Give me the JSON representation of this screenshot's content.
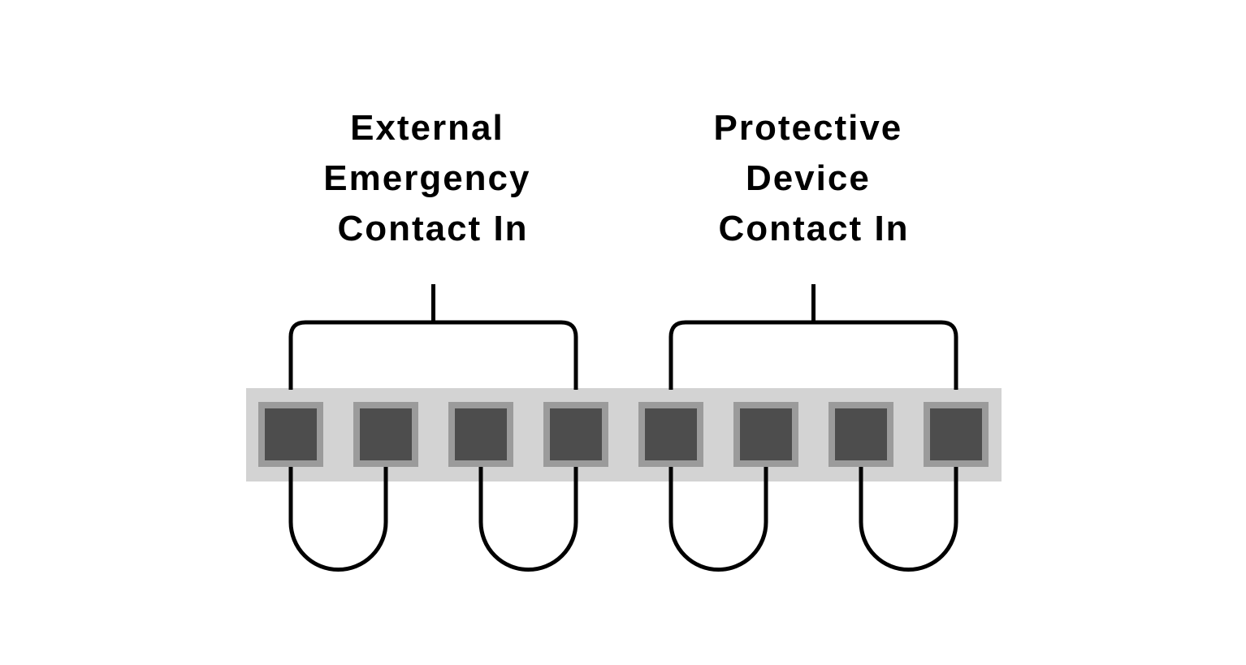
{
  "diagram": {
    "title": "Terminal block contact wiring diagram",
    "labels": {
      "external": {
        "line1": "External",
        "line2": "Emergency",
        "line3": "Contact In"
      },
      "protective": {
        "line1": "Protective",
        "line2": "Device",
        "line3": "Contact In"
      }
    },
    "terminals": {
      "count": 8,
      "groups": [
        {
          "name": "External Emergency Contact In",
          "terminals": [
            1,
            2,
            3,
            4
          ]
        },
        {
          "name": "Protective Device Contact In",
          "terminals": [
            5,
            6,
            7,
            8
          ]
        }
      ],
      "jumpers": [
        [
          1,
          2
        ],
        [
          3,
          4
        ],
        [
          5,
          6
        ],
        [
          7,
          8
        ]
      ]
    },
    "colors": {
      "background": "#ffffff",
      "strip": "#d3d3d3",
      "terminal_frame": "#9b9b9b",
      "terminal_face": "#4d4d4d",
      "line": "#000000",
      "text": "#000000"
    }
  }
}
